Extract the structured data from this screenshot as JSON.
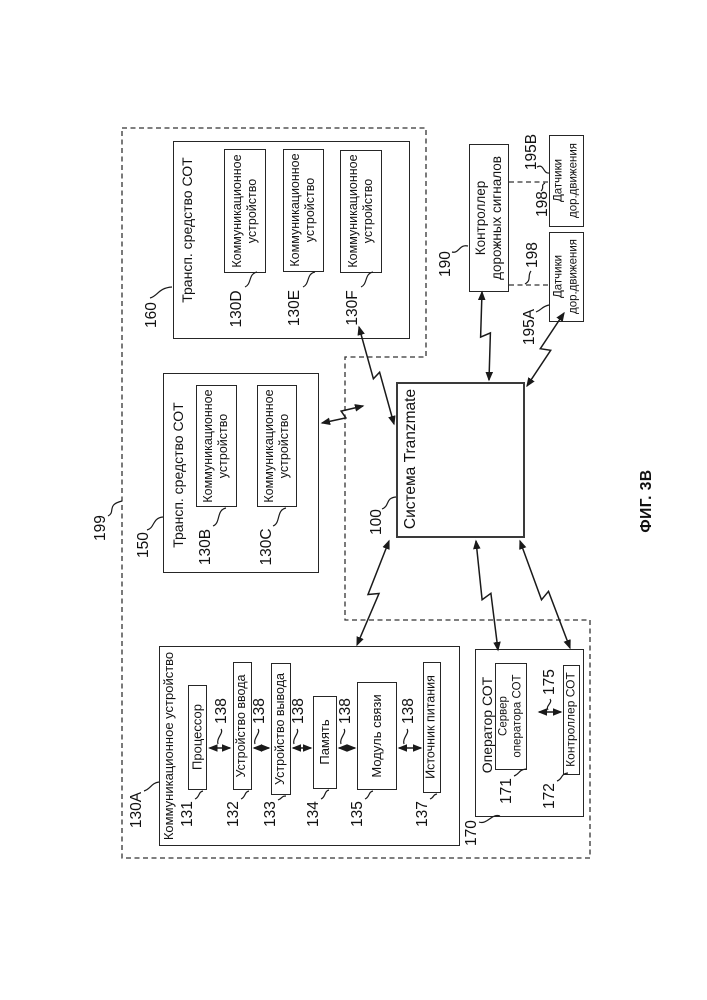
{
  "fig_label": "ФИГ. 3В",
  "labels": {
    "vehicle": "Трансп. средство СОТ",
    "comm_device": "Коммуникационное устройство",
    "tranzmate": "Система Tranzmate",
    "traffic_controller": "Контроллер дорожных сигналов",
    "traffic_sensors": "Датчики дор.движения",
    "operator": "Оператор СОТ",
    "operator_server": "Сервер оператора СОТ",
    "operator_controller": "Контроллер СОТ",
    "processor": "Процессор",
    "input_device": "Устройство ввода",
    "output_device": "Устройство вывода",
    "memory": "Память",
    "comm_module": "Модуль связи",
    "power_source": "Источник питания"
  },
  "refs": {
    "env": "199",
    "system": "100",
    "vehicle_a": "160",
    "vehicle_b": "150",
    "device_a": "130A",
    "device_b": "130B",
    "device_c": "130C",
    "device_d": "130D",
    "device_e": "130E",
    "device_f": "130F",
    "processor": "131",
    "input_device": "132",
    "output_device": "133",
    "memory": "134",
    "comm_module": "135",
    "power_source": "137",
    "bus": "138",
    "operator": "170",
    "server": "171",
    "controller": "172",
    "server_link": "175",
    "traffic_controller": "190",
    "sensor_a": "195A",
    "sensor_b": "195B",
    "sensor_link": "198"
  }
}
